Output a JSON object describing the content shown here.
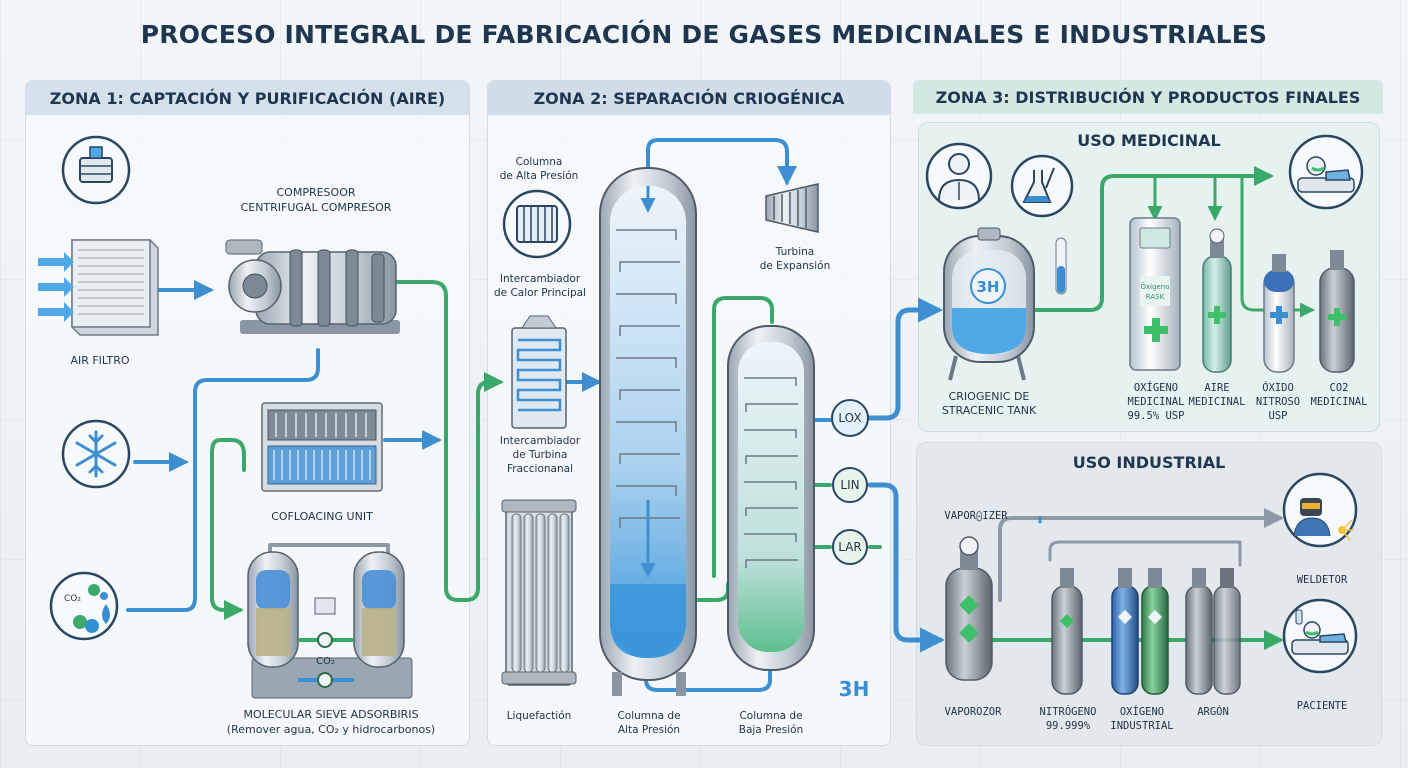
{
  "title": "PROCESO INTEGRAL DE FABRICACIÓN DE GASES MEDICINALES E INDUSTRIALES",
  "colors": {
    "pipe_blue": "#3d8fd1",
    "pipe_green": "#3aa869",
    "pipe_gray": "#8d99a5",
    "steel": "#c3ccd4",
    "liquid_blue": "#4ea9e6",
    "cross_green": "#3fbf6a"
  },
  "zone1": {
    "header": "ZONA 1: CAPTACIÓN Y PURIFICACIÓN (AIRE)",
    "air_filter": "AIR FILTRO",
    "compressor_line1": "COMPRESOOR",
    "compressor_line2": "CENTRIFUGAL COMPRESOR",
    "cooling_unit": "COFLOACING UNIT",
    "sieve_line1": "MOLECULAR SIEVE ADSORBIRIS",
    "sieve_line2": "(Remover agua, CO₂ y hidrocarbonos)",
    "co2_small": "CO₂",
    "co2_valve": "CO₂"
  },
  "zone2": {
    "header": "ZONA 2: SEPARACIÓN CRIOGÉNICA",
    "hp_col_top_line1": "Columna",
    "hp_col_top_line2": "de Alta Presión",
    "main_hx_line1": "Intercambiador",
    "main_hx_line2": "de Calor Principal",
    "turbine_line1": "Turbina",
    "turbine_line2": "de Expansión",
    "turbine_hx_line1": "Intercambiador",
    "turbine_hx_line2": "de Turbina",
    "turbine_hx_line3": "Fraccionanal",
    "liquefaction": "Liquefactión",
    "hp_col_bottom_line1": "Columna de",
    "hp_col_bottom_line2": "Alta Presión",
    "lp_col_bottom_line1": "Columna de",
    "lp_col_bottom_line2": "Baja Presión",
    "lox": "LOX",
    "lin": "LIN",
    "lar": "LAR",
    "mark": "3H"
  },
  "zone3": {
    "header": "ZONA 3: DISTRIBUCIÓN Y PRODUCTOS FINALES",
    "medical": {
      "title": "USO MEDICINAL",
      "tank_mark": "3H",
      "tank_line1": "CRIOGENIC DE",
      "tank_line2": "STRACENIC TANK",
      "concentrator_text1": "Ŏxigeno",
      "concentrator_text2": "RASK",
      "products": [
        {
          "line1": "OXÍGENO",
          "line2": "MEDICINAL",
          "line3": "99.5% USP"
        },
        {
          "line1": "AIRE",
          "line2": "MEDICINAL",
          "line3": ""
        },
        {
          "line1": "ÓXIDO",
          "line2": "NITROSO",
          "line3": "USP"
        },
        {
          "line1": "CO2",
          "line2": "MEDICINAL",
          "line3": ""
        }
      ]
    },
    "industrial": {
      "title": "USO INDUSTRIAL",
      "vaporizer_top": "VAPOR⨀IZER",
      "vaporizer_bottom": "VAPOROZOR",
      "products": [
        {
          "line1": "NITRÓGENO",
          "line2": "99.999%"
        },
        {
          "line1": "OXÍGENO",
          "line2": "INDUSTRIAL"
        },
        {
          "line1": "ARGÓN",
          "line2": ""
        }
      ],
      "welder": "WELDETOR",
      "patient": "PACIENTE"
    }
  }
}
